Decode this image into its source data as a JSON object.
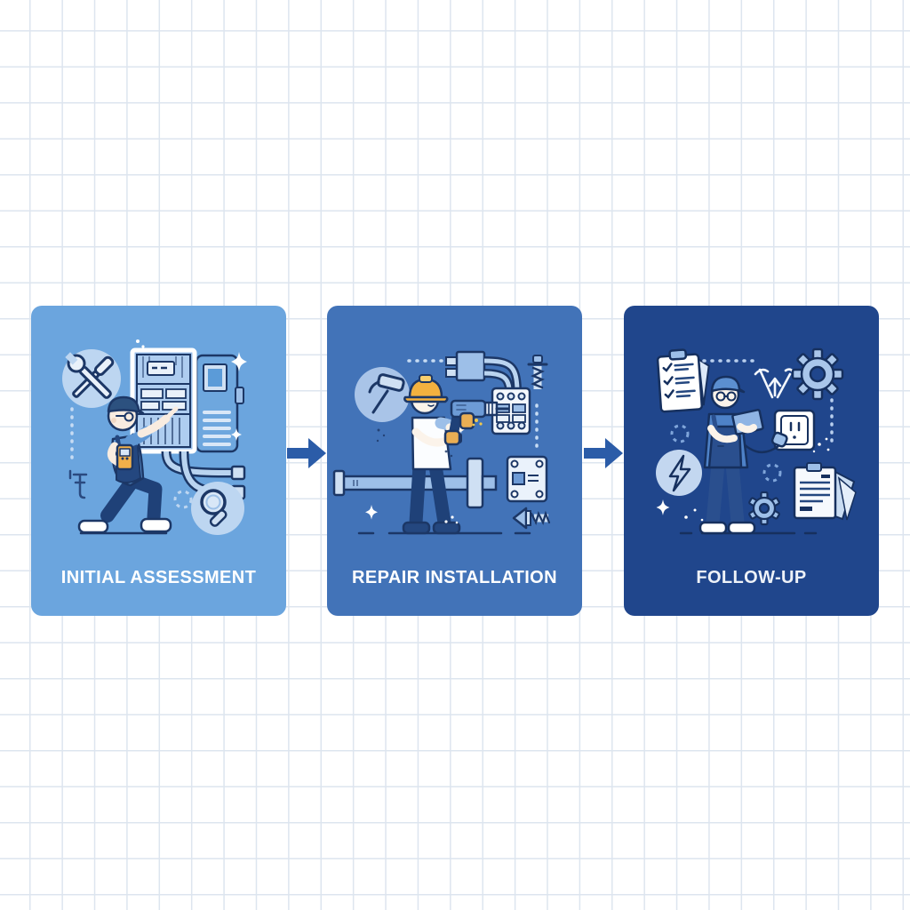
{
  "canvas": {
    "background_color": "#ffffff",
    "grid_line_color": "#dde5ef",
    "grid_cell": "36x40"
  },
  "flow": {
    "type": "process-steps",
    "arrow_color": "#2b5ca8",
    "steps": [
      {
        "label": "INITIAL ASSESSMENT",
        "card_color": "#6ba5de",
        "text_color": "#ffffff",
        "illustration": "technician kneeling and pointing at an open electrical panel while holding a multimeter",
        "icons": [
          "tools-badge-icon",
          "electrical-panel",
          "multimeter",
          "magnifier-badge-icon",
          "sparkle-icons"
        ]
      },
      {
        "label": "REPAIR INSTALLATION",
        "card_color": "#4273b8",
        "text_color": "#ffffff",
        "illustration": "worker in orange hard hat using a power drill on a circuit breaker, pipe and mounting plate nearby",
        "icons": [
          "hammer-badge-icon",
          "power-drill",
          "circuit-breaker",
          "screw-icon",
          "pipe",
          "mounting-plate",
          "bolt-icon"
        ]
      },
      {
        "label": "FOLLOW-UP",
        "card_color": "#20468c",
        "text_color": "#eef2f8",
        "illustration": "technician with glasses checking a tablet connected to a power outlet, checklist and documents around",
        "icons": [
          "checklist-clipboard-icon",
          "growth-arrow-icon",
          "gear-icon",
          "power-outlet-icon",
          "lightning-badge-icon",
          "small-gear-icon",
          "documents-icon",
          "sparkle-icons"
        ]
      }
    ]
  }
}
